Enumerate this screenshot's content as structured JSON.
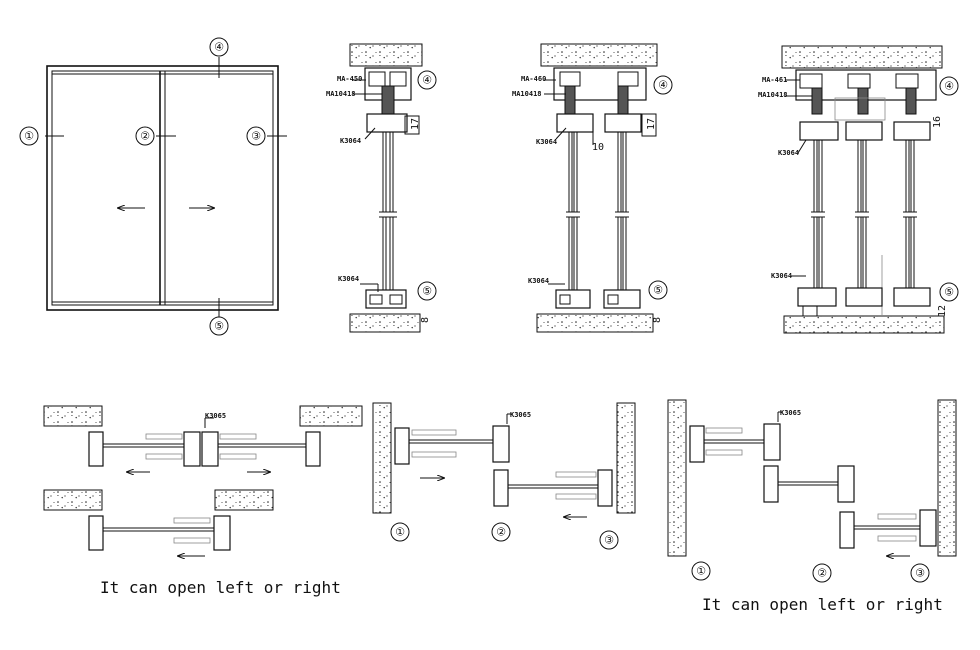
{
  "elevation": {
    "markers": [
      "①",
      "②",
      "③",
      "④",
      "⑤"
    ]
  },
  "sections": [
    {
      "labels": [
        "MA-450",
        "MA10418",
        "K3064",
        "K3064"
      ],
      "dims": [
        "17",
        "8"
      ],
      "markers": [
        "④",
        "⑤"
      ]
    },
    {
      "labels": [
        "MA-460",
        "MA10418",
        "K3064",
        "K3064"
      ],
      "dims": [
        "17",
        "10",
        "8"
      ],
      "markers": [
        "④",
        "⑤"
      ]
    },
    {
      "labels": [
        "MA-461",
        "MA10418",
        "K3064",
        "K3064"
      ],
      "dims": [
        "16",
        "12"
      ],
      "markers": [
        "④",
        "⑤"
      ]
    }
  ],
  "plans": {
    "profile_label": "K3065",
    "left_markers": [
      "①",
      "②",
      "③"
    ],
    "right_markers": [
      "①",
      "②",
      "③"
    ]
  },
  "captions": {
    "left": "It can open left or right",
    "right": "It can open left or right"
  }
}
